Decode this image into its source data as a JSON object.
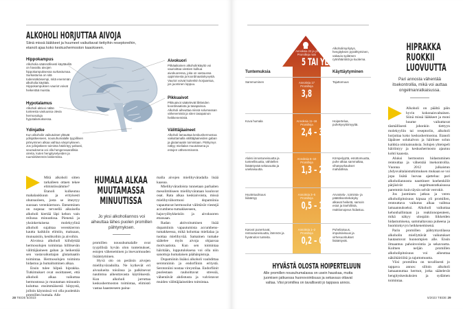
{
  "left_page": {
    "title": "ALKOHOLI HORJUTTAA AIVOJA",
    "intro": "Siinä missä lääkkeet ja huumeet vaikuttavat tiettyihin reseptoreihin, etanoli ajaa koko keskushermoston kaaokseen.",
    "brain_labels": [
      {
        "title": "Hippokampus",
        "text": "Alkoholia säännöllisesti käyttävillä on havaittu aivojen hippokampuksessa surkastumaa. Surkastuma on sitä todennäköisempi, mitä enemmän alkoholia käyttää. Hippokampuksen vauriot voivat heikentää muistia."
      },
      {
        "title": "Hypotalamus",
        "text": "Alkoholi aktivoi nälän tunteesta vastuussa olevia hermosoluja hypotalamuksessa."
      },
      {
        "title": "Ydinjatke",
        "text": "Kun alkoholin vaikutukset yltävät ydinjatkeeseen, nousuhumalalle tyypillinen pirteyminen alkaa vaihtua väsymykseen. Jos ydinjatkeen toiminta häiriintyy pahasti, seurauksena voi olla hengenvaarallisia oireita, kuten hengityselyeiden ja ruumiinlämmön laskemista."
      },
      {
        "title": "Aivokuori",
        "text": "Pitkäaikainen alkoholinkäyttö voi vaurioittaa viestien kulkua aivokuoressa, joka on vastuussa oppimisesta ja koordinaatiokyvystä. Vauriot voivat kuitenkin korjaantua, jos juominen loppuu."
      },
      {
        "title": "Pikkuaivot",
        "text": "Pikkuaivot säätelevät liikkeiden koordinaatiota ja tasapainoa. Alkoholi aiheuttaa niissä solumassan vähenemistä ja siten tasapainon heikkenemistä."
      },
      {
        "title": "Välittäjäaineet",
        "text": "Alkoholi lamauttaa keskushermostoa vaikuttamalla välittäjäaineiden gaban ja glutamaatin toimintaan. Pähtymys näkyy mielialan muutoksena ja estojen vähenemisenä."
      }
    ],
    "headline": "HUMALA ALKAA MUUTAMASSA MINUUTISSA",
    "subhead": "Jo yksi alkoholiannos voi aiheuttaa lähes puolen promillen pähtymyksen.",
    "col1": [
      "Mitä alkoholi sitten tarkalleen ottaen tekee elimistössämme? Etanoli kulkeutuu mahalaukkuun ja erityisesti ohutsuoleen, josta se imeytyy suoraan verenkiertoon. Eteneminen on nopeaa: terveellä aikuisella alkoholi kiertää läpi kehon vain reilussa minuutissa. Pienenä ja yksinkertaisena molekyylinä alkoholi sujahtaa verenkierron kautta kaikkiin elimiin, maksaan, munuaisiin, keuhkoihin ja aivoihin.",
      "Aivoissa alkoholi kiihdyttää hermosolujen toimintaa hillitsevän välittäjäaineen gaban ja heikentää sen vastavaikuttajan glutamaatin toimintaa. Hermosolujen toiminta hidastuu ja humaltuminen alkaa.",
      "Ensin tulee hilpeä hiprakka. Tutkimukset ovat osoittaneet, että alkoholi alkaa vaikuttaa hermostossa jo muutaman minuutin kuluttua ensimmäisestä hörpystä, jolloin käynnissä voi olla puolenkin promillen humala. Alle"
    ],
    "col2": [
      "promillen nousuhumalalle ovat tyypillisiä hyvän olon tuntemukset, estojen väheneminen ja itsevarmuuden lisääntyminen.",
      "Hyvä olo on peräisin aivojen mielihyväradoilta. Ne kytkevät eri aivoalueita toisiinsa ja palkitsevat nautintoa aiheuttavasta käytöksestä. Kun alkoholi jarruttaa keskushermoston toimintaa, elimistö vastaa haasteeseen paina-"
    ],
    "col3": [
      "malla aivojen mielihyväradalla lisää kaasua.",
      "Mielihyväradoista tunnetaan parhaiten mesolimbiseen mielihyvärataan kuuluvat osat. Rata alkaa keskiaivoista, missä mielihyvähormoni dopamiinia vapauttavat hermosolut välittävät viestejä accumbens-tumakkeeseen, hajuvyöhykkeisiin ja aivokuoren etuosaan.",
      "Radan aktivoituminen lisää dopamiinin vapautumista accumbens-tumakkeessa, mikä kohottaa mielialaa ja tuottaa mielihyvää. Samainen tumake säätelee myös aivoja ohjaavaa motivaatiota. Kun sen toimintaa häiritään, lopputuloksena voi olla niin sanottuja humalaisen päähänpistoja.",
      "Dopamiinin lisäksi alkoholi vauhdittaa serotoniinin ja endorfiinin eritystä. Serotoniini nostaa vireystilaa. Endorfiinit puolestaan rauhoittavat stressiä, vähentävät ahdistusta ja valvistavat muiden välittäjäaineiden toimintaa."
    ],
    "folio_num": "28",
    "folio_text": "TIEDE 5/2023"
  },
  "infographic": {
    "col_left": "Tuntemuksia",
    "col_right": "Käyttäytyminen",
    "top": {
      "annos": "Annoksia 22 ja yli",
      "prom_label": "Promilleja noin",
      "value": "5 TAI YLI",
      "right": "Alkoholimyrkytys, hengityksen pysähtyminen, vakavia sydämen rytmihäiriöitä ja kuolema."
    },
    "rows": [
      {
        "left": "Sammuminen",
        "annos": "Annoksia 17",
        "prom_label": "Promilleja",
        "value": "3,8",
        "right": "Tajuttomuus"
      },
      {
        "left": "Kova humala",
        "annos": "Annoksia 11–16",
        "prom_label": "Promilleja",
        "value": "2,4 – 3,3",
        "right": "Hoipertelua, puhekyvyttömyyttä."
      },
      {
        "left": "Aluksi innostuneisuutta ja tunteellisuutta, vähitellen lisääntyvää sekavuutta ja uneliaisuutta.",
        "annos": "Annoksia 6–10",
        "prom_label": "Promilleja",
        "value": "1,3 – 2,2",
        "right": "Kömpelyyttä, estottomuutta, puhe alkaa sammaltaa, vihanpurkaukset mahdollisia."
      },
      {
        "left": "Hyväntuulisuus lisääntyy",
        "annos": "Annoksia 3–5",
        "prom_label": "Promilleja",
        "value": "0,5 – 1,1",
        "right": "Arvostelu-, toiminta- ja päätöksentekokyky alkavat heiketä, samoin estot ja itsehillintä, reaktionopeus hidastuu."
      },
      {
        "left": "Kasvot punertuvat, rentoutuneisuutta, lämmön ja hyvänolon tunteita.",
        "annos": "Annoksia 1–2",
        "prom_label": "Promilleja",
        "value": "0,2 – 0,3",
        "right": "Puheliaisuus, impulsiivisuus ja virhesuoritukset lisääntyvät."
      }
    ],
    "title": "HYVÄSTÄ OLOSTA HOIPERTELUUN",
    "caption": "Alle promillen nousuhumalassa on usein hauskaa, mutta juomisen jatkuessa huonovointisuus ja sekavuus ottavat valtaa. Viisi promillea on tavallisesti jo tappava annos.",
    "colors": {
      "top": "#b3301f",
      "mid": "#e5842c",
      "bottom": "#f2c15a"
    }
  },
  "right_page": {
    "headline": "HIPRAKKA RUOKKII LUOVUUTTA",
    "subhead": "Pari annosta vähentää itsekontrollia, mikä voi auttaa ongelmanratkaisussa.",
    "body": [
      "Alkoholi on päältä päin hyvin kokonaisvaltainen. Siinä missä lääkkeet ja moni huume vaikuttavat täsmällisesti johonkin tiettyyn molekyyliin tai reseptoriin, alkoholi horjuttaa koko keskushermostoa. Etanoli läpäisee solukalvon ja häiritsee solun kaikkia ominaisuuksia. Solujen yhteispeli häiriintyy ja keskushermosto ajautuu kohti kaaosta.",
      "Aluksi hermoston hidastuminen rentouttaa ja vähentää itsekontrollia. Vuonna 2012 julkaistun yhdysvaltalaistutkimuksen mukaan se voi jopa lisätä luovaa ajattelua: pari alkoholiannosta nauttineet koehenkilöt pärjäsivät ongelmanratkaisussa paremmin kuin täysin selvät verrokit.",
      "Jos juominen jatkuu ja veren alkoholipitoisuus kipuaa yli promillen, rentouttava vaikutus alkaa vaihtua lamaannukseksi. Alkoholi vaikuttaa kehonhallintaan ja reaktionopeuteen, mikä näkyy ulospäin liikkeiden hidastumisena, sammaltavana puheena ja huomiokyvyn heikkenemisenä.",
      "Parin promillen pähtymystilassa alkoholin miellyttävät vaikutukset hautautuvat huonompien alle. Ensin ilmaantuu pahoinvointia ja sekavuutta. Kolmen neljän promillen alkoholipitoisuus voi aiheuttaa näköhäiriöitä ja tajuttomuutta.",
      "Viisi promillea on tavallisesti jo tappava annos: silloin alkoholi lamaannuttaa hermot, jotka säätelevät hengityskeskuksien ja sydämen toimintaa."
    ],
    "folio_text": "5/2023 TIEDE",
    "folio_num": "29"
  }
}
